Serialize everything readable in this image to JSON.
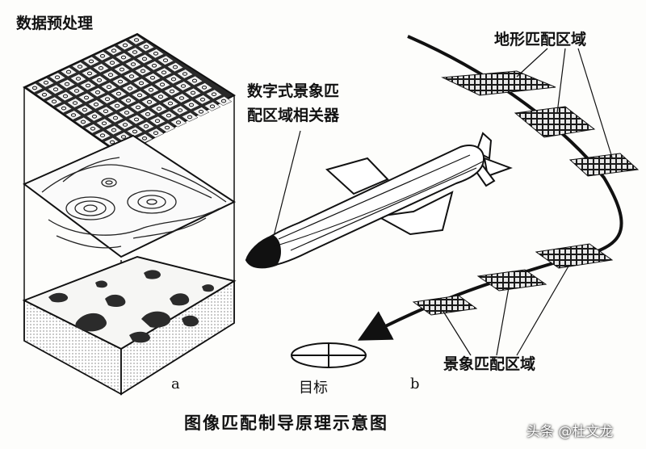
{
  "labels": {
    "data_preprocessing": "数据预处理",
    "correlator_line1": "数字式景象匹",
    "correlator_line2": "配区域相关器",
    "terrain_match_area": "地形匹配区域",
    "scene_match_area": "景象匹配区域",
    "target": "目标",
    "panel_a": "a",
    "panel_b": "b",
    "caption": "图像匹配制导原理示意图",
    "watermark": "头条 @杜文龙"
  },
  "colors": {
    "ink": "#111111",
    "background": "#fdfdfb"
  }
}
